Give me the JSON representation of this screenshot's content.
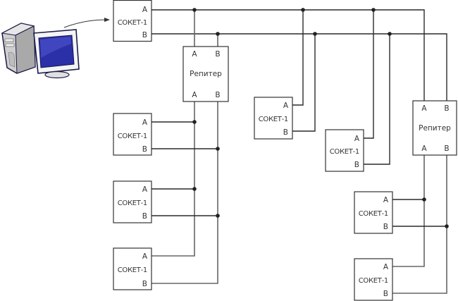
{
  "diagram": {
    "title": "RS-485 network with repeaters",
    "computer": {
      "icon": "computer-icon",
      "arrow": "arrow-icon"
    },
    "socket_label": "СОКЕТ-1",
    "repeater_label": "Репитер",
    "pin_a": "A",
    "pin_b": "B",
    "sockets": [
      {
        "id": "host-socket",
        "label": "СОКЕТ-1",
        "pin_a": "A",
        "pin_b": "B"
      },
      {
        "id": "left-socket-1",
        "label": "СОКЕТ-1",
        "pin_a": "A",
        "pin_b": "B"
      },
      {
        "id": "left-socket-2",
        "label": "СОКЕТ-1",
        "pin_a": "A",
        "pin_b": "B"
      },
      {
        "id": "left-socket-3",
        "label": "СОКЕТ-1",
        "pin_a": "A",
        "pin_b": "B"
      },
      {
        "id": "mid-socket-1",
        "label": "СОКЕТ-1",
        "pin_a": "A",
        "pin_b": "B"
      },
      {
        "id": "mid-socket-2",
        "label": "СОКЕТ-1",
        "pin_a": "A",
        "pin_b": "B"
      },
      {
        "id": "right-socket-1",
        "label": "СОКЕТ-1",
        "pin_a": "A",
        "pin_b": "B"
      },
      {
        "id": "right-socket-2",
        "label": "СОКЕТ-1",
        "pin_a": "A",
        "pin_b": "B"
      }
    ],
    "repeaters": [
      {
        "id": "repeater-1",
        "label": "Репитер",
        "pin_a_top": "A",
        "pin_b_top": "B",
        "pin_a_bottom": "A",
        "pin_b_bottom": "B"
      },
      {
        "id": "repeater-2",
        "label": "Репитер",
        "pin_a_top": "A",
        "pin_b_top": "B",
        "pin_a_bottom": "A",
        "pin_b_bottom": "B"
      }
    ],
    "colors": {
      "line_primary": "#2a2a2a",
      "line_secondary": "#666666",
      "monitor_screen": "#2b2fa8",
      "case": "#c8c8c8"
    }
  }
}
